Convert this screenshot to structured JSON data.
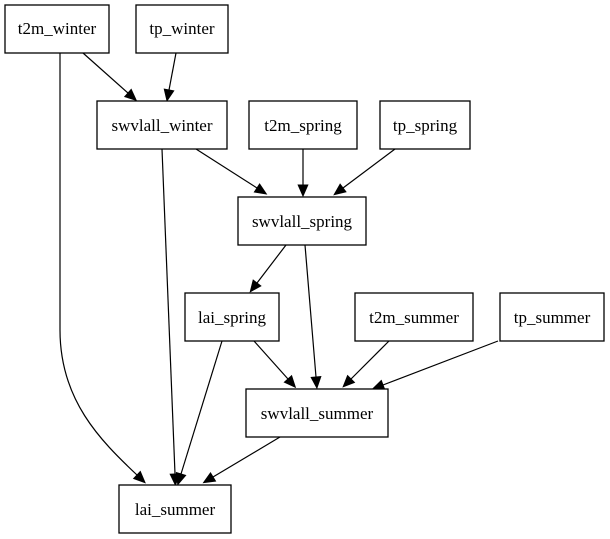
{
  "nodes": {
    "t2m_winter": {
      "label": "t2m_winter"
    },
    "tp_winter": {
      "label": "tp_winter"
    },
    "swvlall_winter": {
      "label": "swvlall_winter"
    },
    "t2m_spring": {
      "label": "t2m_spring"
    },
    "tp_spring": {
      "label": "tp_spring"
    },
    "swvlall_spring": {
      "label": "swvlall_spring"
    },
    "lai_spring": {
      "label": "lai_spring"
    },
    "t2m_summer": {
      "label": "t2m_summer"
    },
    "tp_summer": {
      "label": "tp_summer"
    },
    "swvlall_summer": {
      "label": "swvlall_summer"
    },
    "lai_summer": {
      "label": "lai_summer"
    }
  },
  "edges": [
    {
      "from": "t2m_winter",
      "to": "swvlall_winter"
    },
    {
      "from": "tp_winter",
      "to": "swvlall_winter"
    },
    {
      "from": "t2m_winter",
      "to": "lai_summer"
    },
    {
      "from": "swvlall_winter",
      "to": "swvlall_spring"
    },
    {
      "from": "swvlall_winter",
      "to": "lai_summer"
    },
    {
      "from": "t2m_spring",
      "to": "swvlall_spring"
    },
    {
      "from": "tp_spring",
      "to": "swvlall_spring"
    },
    {
      "from": "swvlall_spring",
      "to": "lai_spring"
    },
    {
      "from": "swvlall_spring",
      "to": "swvlall_summer"
    },
    {
      "from": "lai_spring",
      "to": "swvlall_summer"
    },
    {
      "from": "lai_spring",
      "to": "lai_summer"
    },
    {
      "from": "t2m_summer",
      "to": "swvlall_summer"
    },
    {
      "from": "tp_summer",
      "to": "swvlall_summer"
    },
    {
      "from": "swvlall_summer",
      "to": "lai_summer"
    }
  ]
}
